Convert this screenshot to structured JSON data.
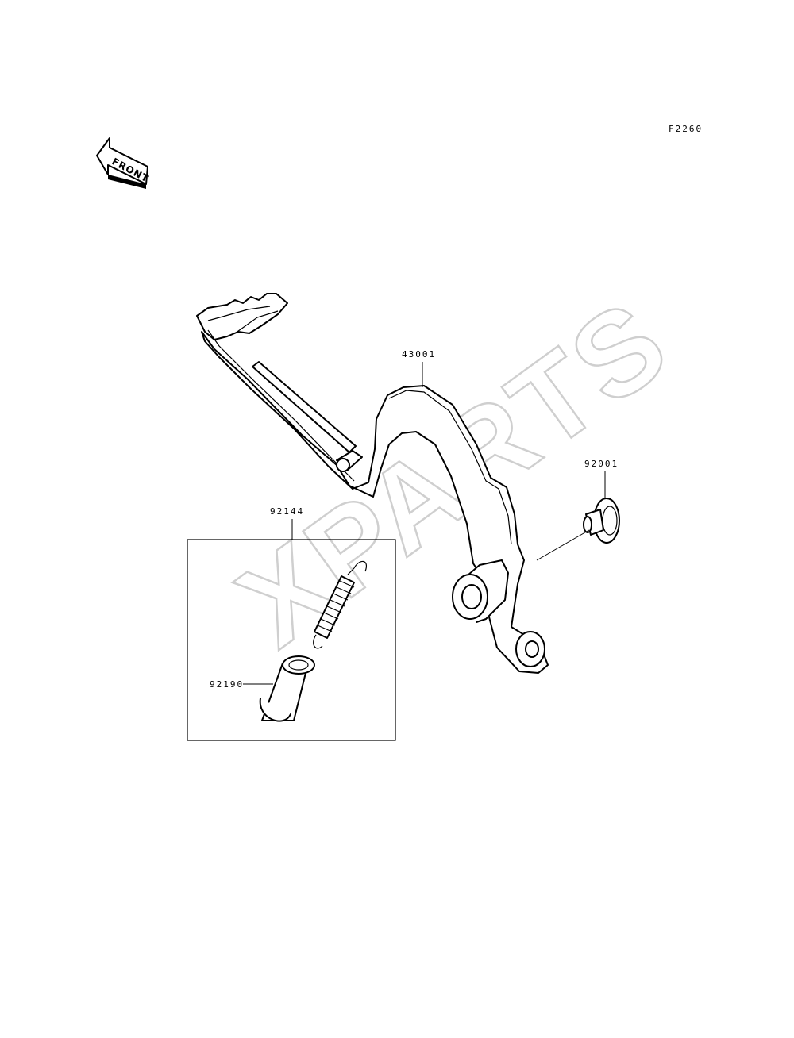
{
  "figure_code": "F2260",
  "front_label": "FRONT",
  "watermark": "XPARTS",
  "parts": {
    "brake_pedal": "43001",
    "bolt": "92001",
    "spring_kit": "92144",
    "collar": "92190"
  }
}
